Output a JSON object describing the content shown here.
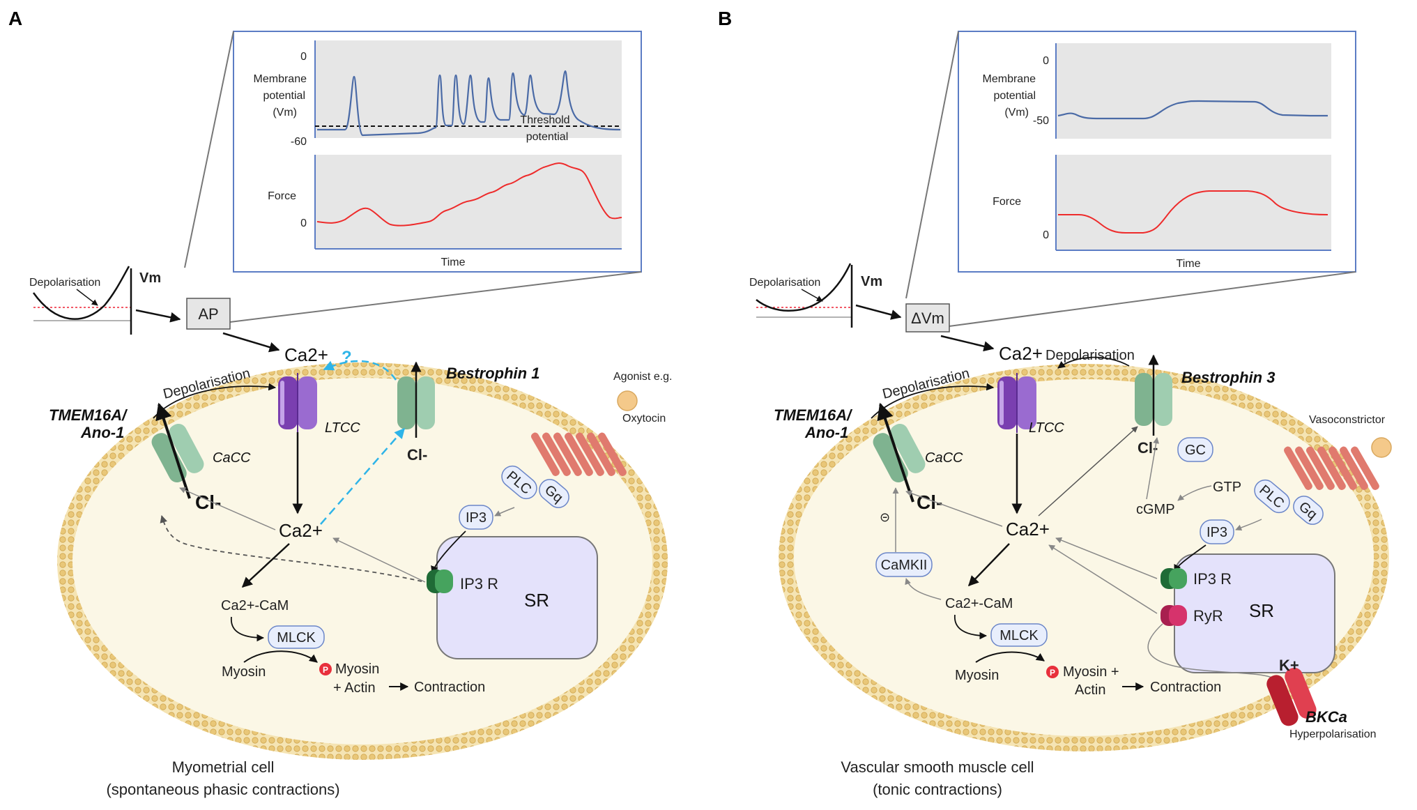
{
  "panelA": {
    "letter": "A",
    "inset": {
      "vm_ylabel": [
        "Membrane",
        "potential",
        "(Vm)"
      ],
      "vm_ticks": [
        "0",
        "-60"
      ],
      "threshold_label": [
        "Threshold",
        "potential"
      ],
      "force_ylabel": "Force",
      "force_tick": "0",
      "xlabel": "Time"
    },
    "depolarisation_curve_label": "Depolarisation",
    "vm_label": "Vm",
    "event_box": "AP",
    "ca_top": "Ca2+",
    "question_mark": "?",
    "depolarisation_arc": "Depolarisation",
    "ltcc": "LTCC",
    "bestrophin": "Bestrophin 1",
    "tmem": [
      "TMEM16A/",
      "Ano-1"
    ],
    "cacc": "CaCC",
    "cl_big": "Cl-",
    "cl_small": "Cl-",
    "agonist": [
      "Agonist e.g.",
      "Oxytocin"
    ],
    "plc": "PLC",
    "gq": "Gq",
    "ip3": "IP3",
    "ca_center": "Ca2+",
    "ip3r": "IP3 R",
    "sr": "SR",
    "cacam": "Ca2+-CaM",
    "mlck": "MLCK",
    "myosin": "Myosin",
    "p": "P",
    "myosin_actin": [
      "Myosin",
      "+ Actin"
    ],
    "contraction": "Contraction",
    "caption": [
      "Myometrial cell",
      "(spontaneous phasic contractions)"
    ]
  },
  "panelB": {
    "letter": "B",
    "inset": {
      "vm_ylabel": [
        "Membrane",
        "potential",
        "(Vm)"
      ],
      "vm_ticks": [
        "0",
        "-50"
      ],
      "force_ylabel": "Force",
      "force_tick": "0",
      "xlabel": "Time"
    },
    "depolarisation_curve_label": "Depolarisation",
    "vm_label": "Vm",
    "event_box": "ΔVm",
    "ca_top": "Ca2+",
    "depolarisation_top": "Depolarisation",
    "depolarisation_arc": "Depolarisation",
    "ltcc": "LTCC",
    "bestrophin": "Bestrophin 3",
    "tmem": [
      "TMEM16A/",
      "Ano-1"
    ],
    "cacc": "CaCC",
    "cl_big": "Cl-",
    "cl_small": "Cl-",
    "vasoconstrictor": "Vasoconstrictor",
    "gc": "GC",
    "gtp": "GTP",
    "cgmp": "cGMP",
    "plc": "PLC",
    "gq": "Gq",
    "ip3": "IP3",
    "minus": "⊝",
    "camkii": "CaMKII",
    "ca_center": "Ca2+",
    "ip3r": "IP3 R",
    "ryr": "RyR",
    "sr": "SR",
    "cacam": "Ca2+-CaM",
    "mlck": "MLCK",
    "myosin": "Myosin",
    "p": "P",
    "myosin_actin": [
      "Myosin +",
      "Actin"
    ],
    "contraction": "Contraction",
    "k": "K+",
    "bkca": "BKCa",
    "hyperpolarisation": "Hyperpolarisation",
    "caption": [
      "Vascular smooth muscle cell",
      "(tonic contractions)"
    ]
  },
  "colors": {
    "membrane": "#e9c778",
    "cell_fill": "#fbf7e6",
    "channel_green": "#8fbf9e",
    "ltcc_purple": "#7a3fb0",
    "receptor_red": "#e07a6e",
    "sr_fill": "#e4e2fb",
    "bubble": "#e8eefc",
    "bubble_stroke": "#6b86c8",
    "trace_blue": "#4a6aa6",
    "trace_red": "#ee2b2b",
    "plot_bg": "#e6e6e6",
    "dashed_blue": "#2eb4e8",
    "bkca_red": "#d42a3a",
    "ryr_pink": "#d6336c",
    "agonist": "#f4c98a"
  }
}
